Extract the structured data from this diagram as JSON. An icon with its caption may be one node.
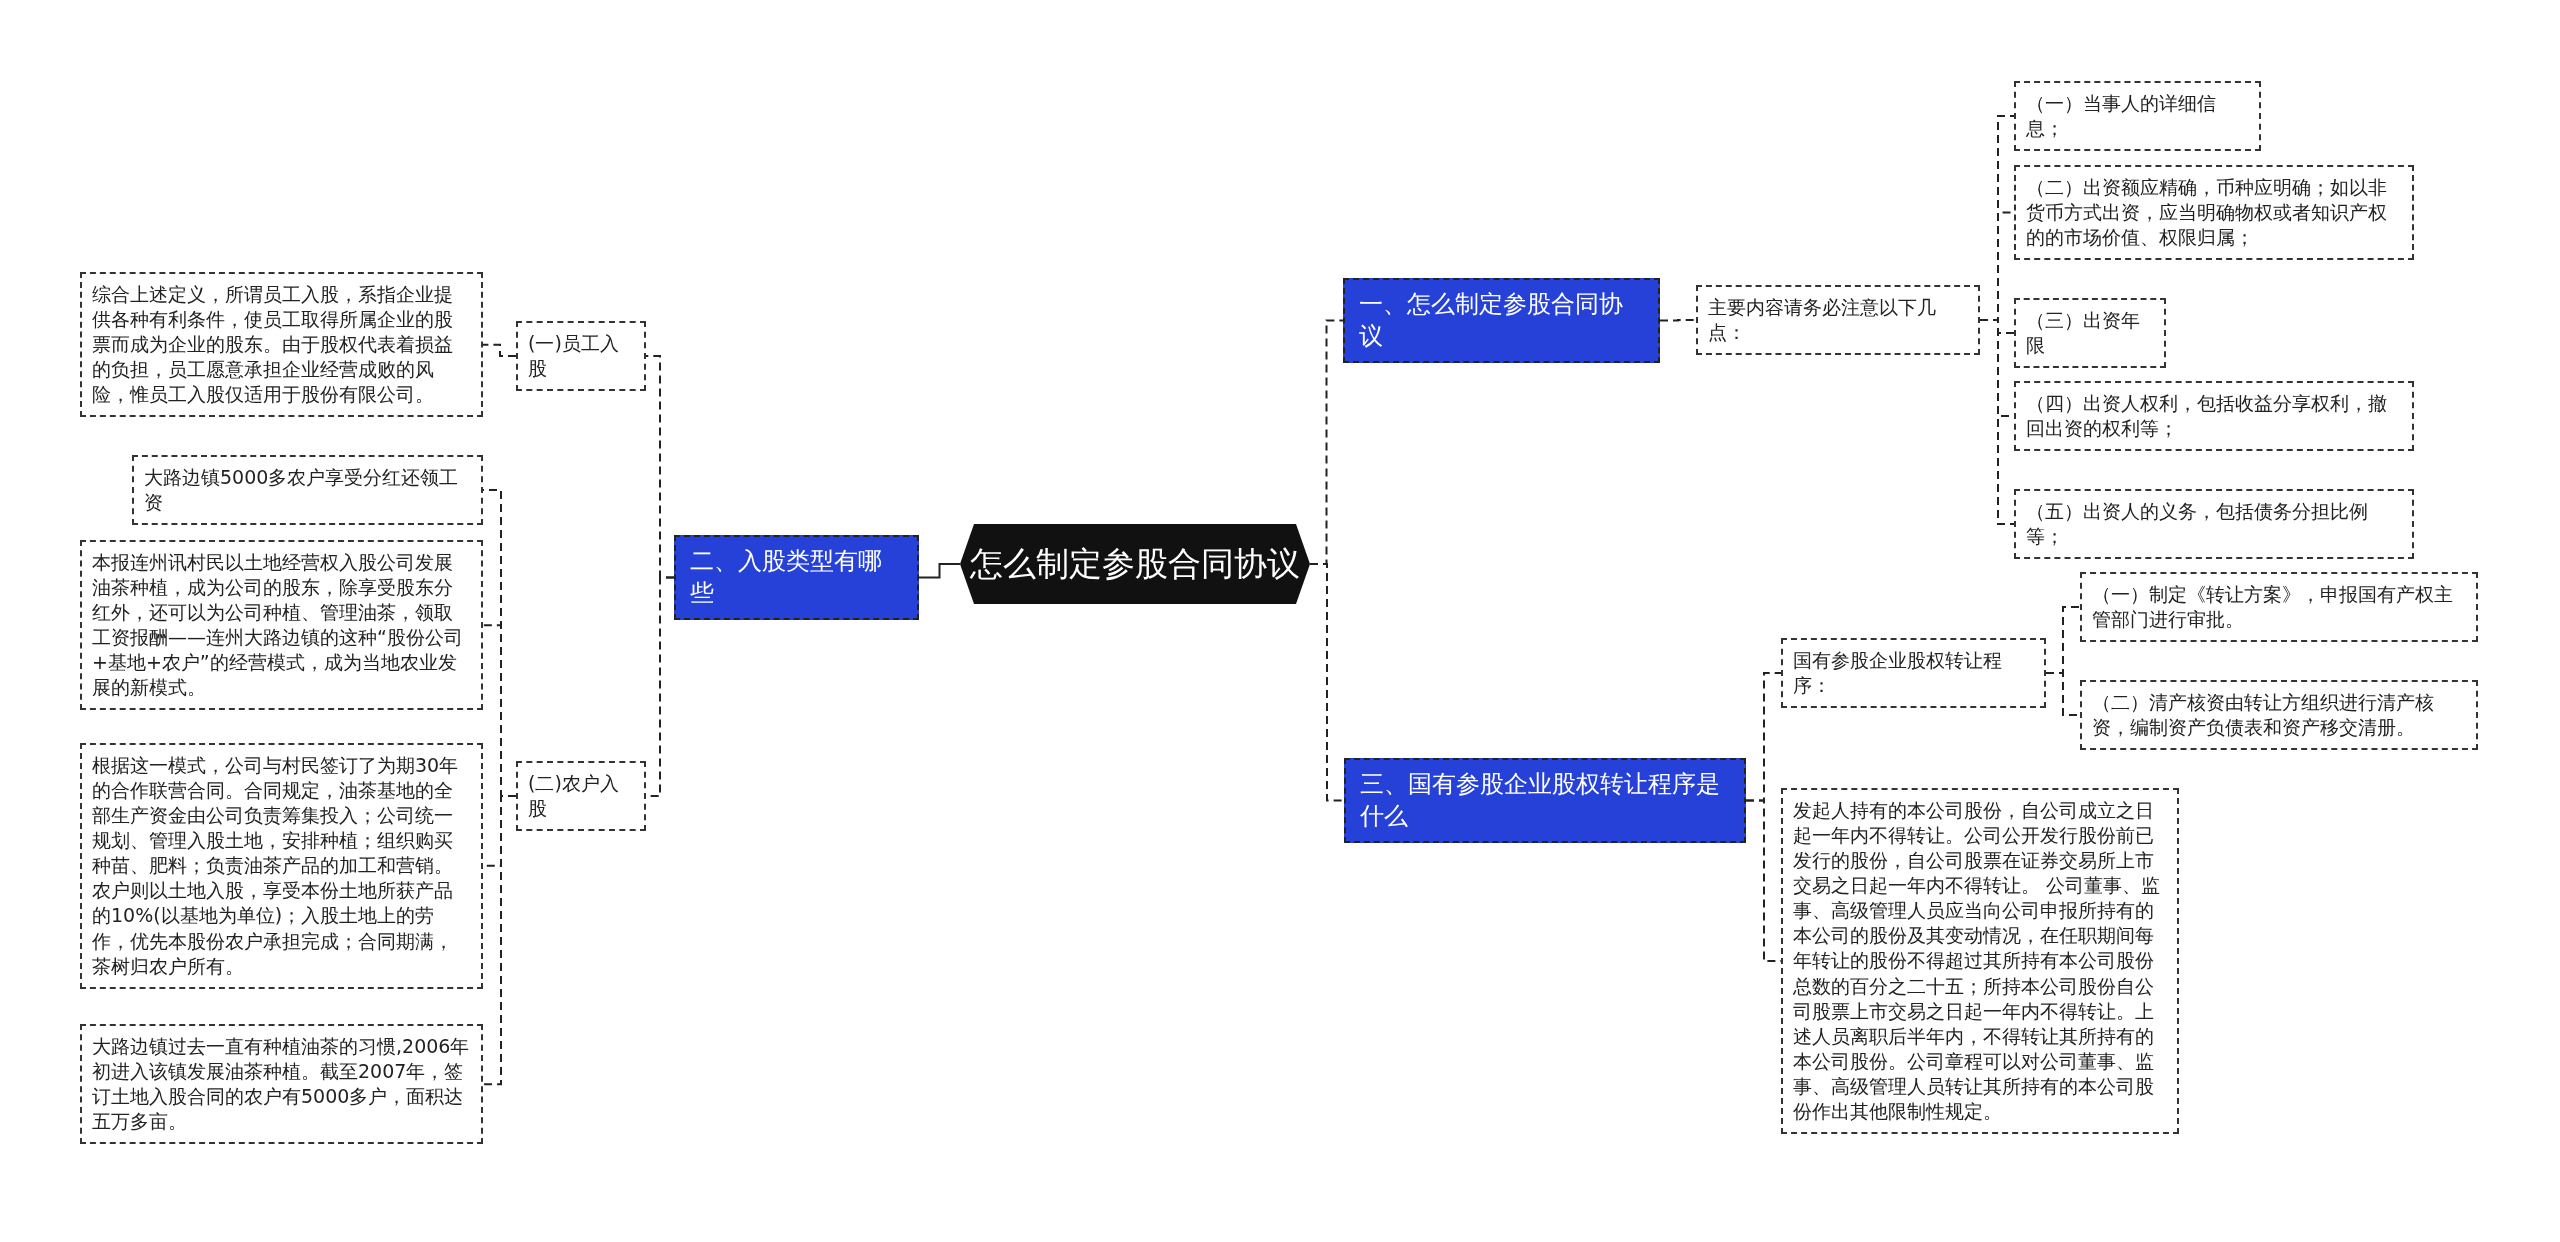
{
  "diagram": {
    "nodes": [
      {
        "text": [
          "怎么制定参股合同协议"
        ]
      },
      {
        "text": [
          "一、怎么制定参股合同协议"
        ]
      },
      {
        "text": [
          "主要内容请务必注意以下几点："
        ]
      },
      {
        "text": [
          "（一）当事人的详细信息；"
        ]
      },
      {
        "text": [
          "（二）出资额应精确，币种应明确；如以非货币方式出资，应当明确物权或者知识产权的的市场价值、权限归属；"
        ]
      },
      {
        "text": [
          "（三）出资年限"
        ]
      },
      {
        "text": [
          "（四）出资人权利，包括收益分享权利，撤回出资的权利等；"
        ]
      },
      {
        "text": [
          "（五）出资人的义务，包括债务分担比例等；"
        ]
      },
      {
        "text": [
          "二、入股类型有哪些"
        ]
      },
      {
        "text": [
          "(一)员工入股"
        ]
      },
      {
        "text": [
          "综合上述定义，所谓员工入股，系指企业提供各种有利条件，使员工取得所属企业的股票而成为企业的股东。由于股权代表着损益的负担，员工愿意承担企业经营成败的风险，惟员工入股仅适用于股份有限公司。"
        ]
      },
      {
        "text": [
          "(二)农户入股"
        ]
      },
      {
        "text": [
          "大路边镇5000多农户享受分红还领工资"
        ]
      },
      {
        "text": [
          "本报连州讯村民以土地经营权入股公司发展油茶种植，成为公司的股东，除享受股东分红外，还可以为公司种植、管理油茶，领取工资报酬——连州大路边镇的这种“股份公司+基地+农户”的经营模式，成为当地农业发展的新模式。"
        ]
      },
      {
        "text": [
          "根据这一模式，公司与村民签订了为期30年的合作联营合同。合同规定，油茶基地的全部生产资金由公司负责筹集投入；公司统一规划、管理入股土地，安排种植；组织购买种苗、肥料；负责油茶产品的加工和营销。农户则以土地入股，享受本份土地所获产品的10%(以基地为单位)；入股土地上的劳作，优先本股份农户承担完成；合同期满，茶树归农户所有。"
        ]
      },
      {
        "text": [
          "大路边镇过去一直有种植油茶的习惯,2006年初进入该镇发展油茶种植。截至2007年，签订土地入股合同的农户有5000多户，面积达五万多亩。"
        ]
      },
      {
        "text": [
          "三、国有参股企业股权转让程序是什么"
        ]
      },
      {
        "text": [
          "国有参股企业股权转让程序："
        ]
      },
      {
        "text": [
          "（一）制定《转让方案》，申报国有产权主管部门进行审批。"
        ]
      },
      {
        "text": [
          "（二）清产核资由转让方组织进行清产核资，编制资产负债表和资产移交清册。"
        ]
      },
      {
        "text": [
          "发起人持有的本公司股份，自公司成立之日起一年内不得转让。公司公开发行股份前已发行的股份，自公司股票在证券交易所上市交易之日起一年内不得转让。 公司董事、监事、高级管理人员应当向公司申报所持有的本公司的股份及其变动情况，在任职期间每年转让的股份不得超过其所持有本公司股份总数的百分之二十五；所持本公司股份自公司股票上市交易之日起一年内不得转让。上述人员离职后半年内，不得转让其所持有的本公司股份。公司章程可以对公司董事、监事、高级管理人员转让其所持有的本公司股份作出其他限制性规定。"
        ]
      }
    ],
    "edges": [
      {
        "from": 0,
        "to": 8,
        "arrow": "none"
      },
      {
        "from": 8,
        "to": 9,
        "arrow": "none",
        "style": "dashed"
      },
      {
        "from": 8,
        "to": 11,
        "arrow": "none",
        "style": "dashed"
      },
      {
        "from": 9,
        "to": 10,
        "arrow": "none",
        "style": "dashed"
      },
      {
        "from": 11,
        "to": 12,
        "arrow": "none",
        "style": "dashed"
      },
      {
        "from": 11,
        "to": 13,
        "arrow": "none",
        "style": "dashed"
      },
      {
        "from": 11,
        "to": 14,
        "arrow": "none",
        "style": "dashed"
      },
      {
        "from": 11,
        "to": 15,
        "arrow": "none",
        "style": "dashed"
      },
      {
        "from": 0,
        "to": 1,
        "arrow": "none",
        "style": "dashed"
      },
      {
        "from": 1,
        "to": 2,
        "arrow": "none",
        "style": "dashed"
      },
      {
        "from": 2,
        "to": 3,
        "arrow": "none",
        "style": "dashed"
      },
      {
        "from": 2,
        "to": 4,
        "arrow": "none",
        "style": "dashed"
      },
      {
        "from": 2,
        "to": 5,
        "arrow": "none",
        "style": "dashed"
      },
      {
        "from": 2,
        "to": 6,
        "arrow": "none",
        "style": "dashed"
      },
      {
        "from": 2,
        "to": 7,
        "arrow": "none",
        "style": "dashed"
      },
      {
        "from": 0,
        "to": 16,
        "arrow": "none",
        "style": "dashed"
      },
      {
        "from": 16,
        "to": 17,
        "arrow": "none",
        "style": "dashed"
      },
      {
        "from": 16,
        "to": 20,
        "arrow": "none",
        "style": "dashed"
      },
      {
        "from": 17,
        "to": 18,
        "arrow": "none",
        "style": "dashed"
      },
      {
        "from": 17,
        "to": 19,
        "arrow": "none",
        "style": "dashed"
      }
    ]
  }
}
